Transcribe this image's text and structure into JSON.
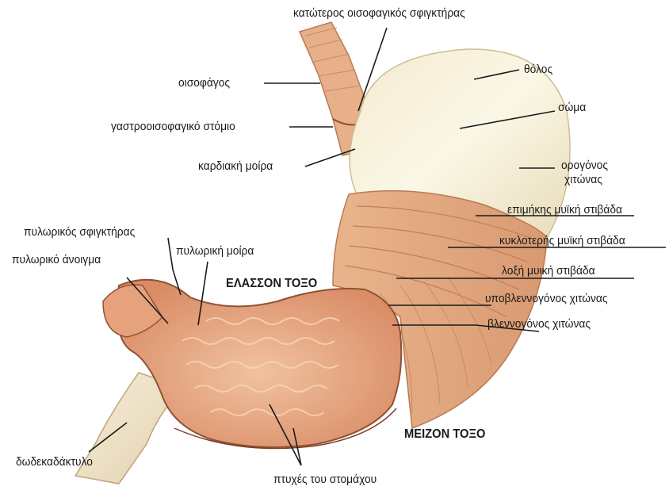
{
  "labels": {
    "lower_esophageal_sphincter": "κατώτερος οισοφαγικός σφιγκτήρας",
    "esophagus": "οισοφάγος",
    "gastroesophageal_orifice": "γαστροοισοφαγικό στόμιο",
    "cardiac_part": "καρδιακή μοίρα",
    "fundus": "θόλος",
    "body": "σώμα",
    "serosa_line1": "ορογόνος",
    "serosa_line2": "χιτώνας",
    "longitudinal_layer": "επιμήκης μυϊκή στιβάδα",
    "circular_layer": "κυκλοτερής μυϊκή στιβάδα",
    "oblique_layer": "λοξή μυική στιβάδα",
    "submucosa": "υποβλεννογόνος χιτώνας",
    "mucosa": "βλεννογόνος χιτώνας",
    "pyloric_sphincter": "πυλωρικός σφιγκτήρας",
    "pyloric_orifice": "πυλωρικό άνοιγμα",
    "pyloric_part": "πυλωρική μοίρα",
    "lesser_curvature": "ΕΛΑΣΣΟΝ ΤΟΞΟ",
    "greater_curvature": "ΜΕΙΖΟΝ ΤΟΞΟ",
    "duodenum": "δωδεκαδάκτυλο",
    "gastric_folds": "πτυχές του στομάχου"
  },
  "colors": {
    "muscle": "#e9b48c",
    "muscle_dark": "#c9825a",
    "mucosa": "#e7a37e",
    "serosa": "#f5efd6",
    "leader": "#1a1a1a"
  }
}
